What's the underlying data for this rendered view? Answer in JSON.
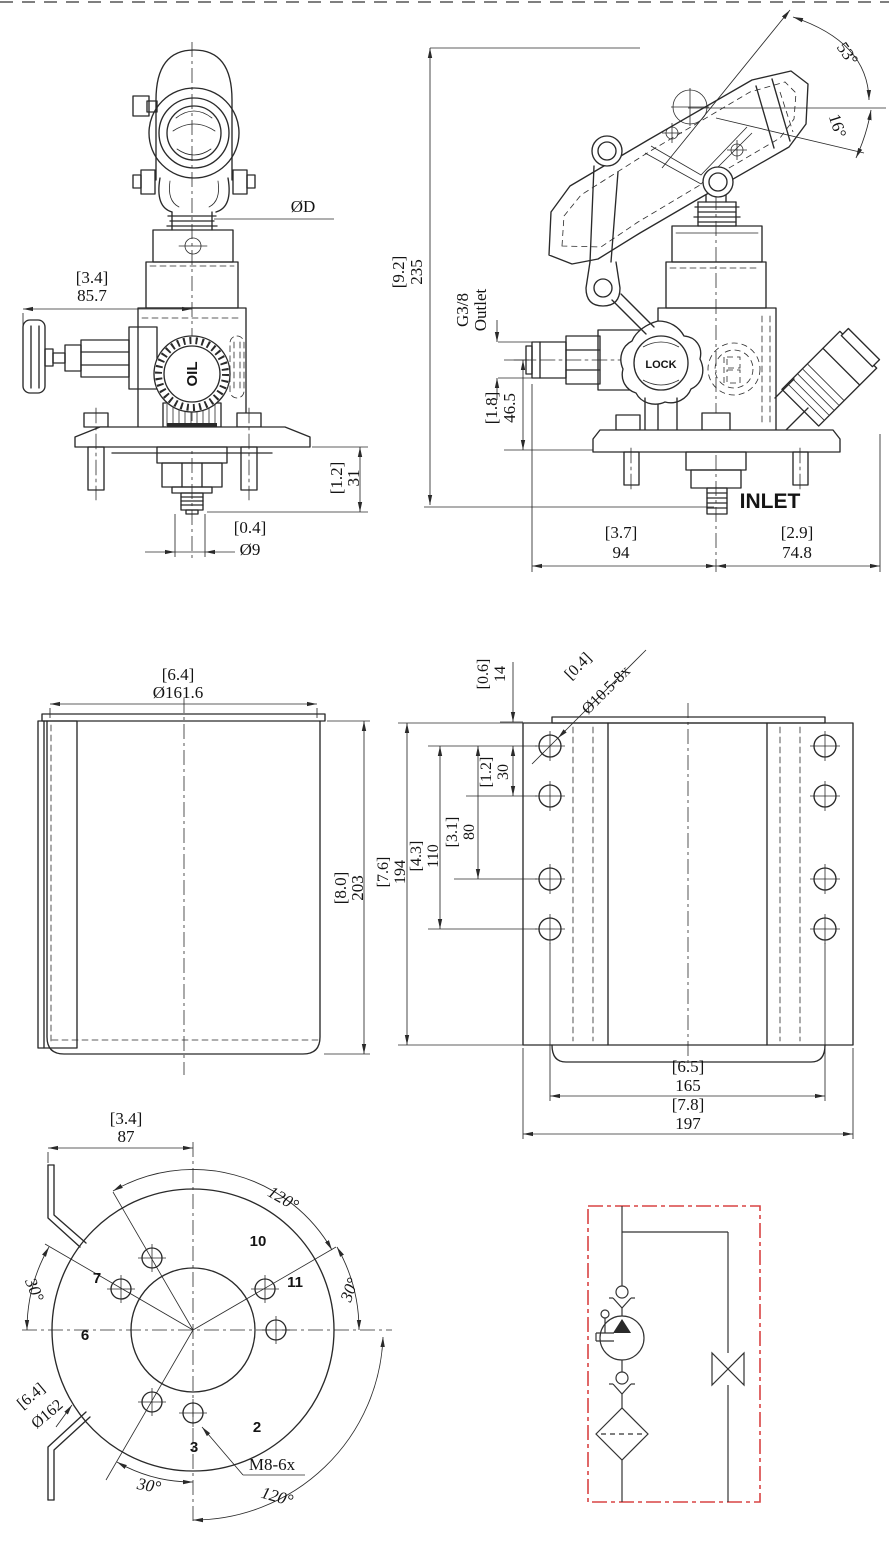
{
  "drawing": {
    "front_view": {
      "width": {
        "in": "[3.4]",
        "mm": "85.7"
      },
      "shaft_dia": "ØD",
      "base_height": {
        "in": "[1.2]",
        "mm": "31"
      },
      "drain": {
        "in": "[0.4]",
        "mm": "Ø9"
      },
      "cap_label": "OIL"
    },
    "side_view": {
      "handle_angle": "53°",
      "socket_angle": "16°",
      "total_height": {
        "in": "[9.2]",
        "mm": "235"
      },
      "outlet_label_1": "G3/8",
      "outlet_label_2": "Outlet",
      "outlet_height": {
        "in": "[1.8]",
        "mm": "46.5"
      },
      "lock_label": "LOCK",
      "inlet_label": "INLET",
      "dist_left": {
        "in": "[3.7]",
        "mm": "94"
      },
      "dist_right": {
        "in": "[2.9]",
        "mm": "74.8"
      }
    },
    "tank_view": {
      "diameter": {
        "in": "[6.4]",
        "mm": "Ø161.6"
      },
      "height": {
        "in": "[8.0]",
        "mm": "203"
      }
    },
    "bracket_view": {
      "top_offset": {
        "in": "[0.6]",
        "mm": "14"
      },
      "holes": {
        "in": "[0.4]",
        "mm": "Ø10.5-8x"
      },
      "pitch1": {
        "in": "[1.2]",
        "mm": "30"
      },
      "pitch2": {
        "in": "[3.1]",
        "mm": "80"
      },
      "pitch3": {
        "in": "[4.3]",
        "mm": "110"
      },
      "height": {
        "in": "[7.6]",
        "mm": "194"
      },
      "inner_width": {
        "in": "[6.5]",
        "mm": "165"
      },
      "outer_width": {
        "in": "[7.8]",
        "mm": "197"
      }
    },
    "flange_view": {
      "offset": {
        "in": "[3.4]",
        "mm": "87"
      },
      "diameter": {
        "in": "[6.4]",
        "mm": "Ø162"
      },
      "bolt_spec": "M8-6x",
      "angle_top": "120°",
      "angle_left": "30°",
      "angle_right": "30°",
      "angle_bottom_left": "30°",
      "angle_bottom_right": "120°",
      "positions": {
        "p10": "10",
        "p7": "7",
        "p11": "11",
        "p6": "6",
        "p2": "2",
        "p3": "3"
      }
    },
    "colors": {
      "line": "#2a2a2a",
      "accent": "#e0734a",
      "schematic_border": "#d94343"
    }
  }
}
